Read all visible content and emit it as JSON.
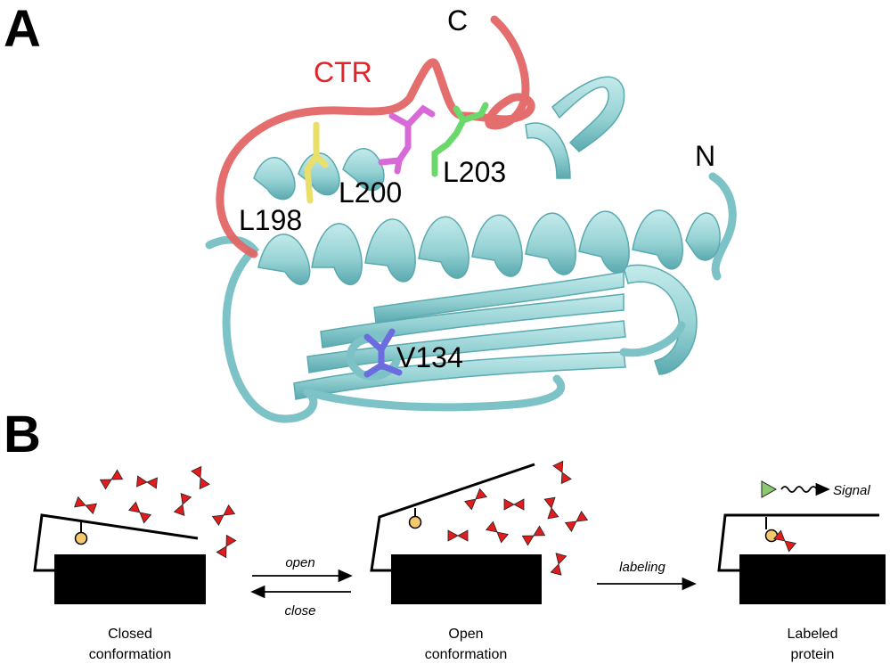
{
  "panels": {
    "a": "A",
    "b": "B"
  },
  "structure": {
    "terminus_c": "C",
    "terminus_n": "N",
    "ctr_label": "CTR",
    "residues": [
      {
        "label": "L198",
        "color": "#e8e06a"
      },
      {
        "label": "L200",
        "color": "#d86ad8"
      },
      {
        "label": "L203",
        "color": "#6ad86a"
      },
      {
        "label": "V134",
        "color": "#6c6ce0"
      }
    ],
    "colors": {
      "protein": "#96d2d4",
      "protein_dark": "#5aaab0",
      "ctr": "#e36565",
      "ctr_text": "#e0242a"
    }
  },
  "schematic": {
    "open_label": "open",
    "close_label": "close",
    "labeling_label": "labeling",
    "signal_label": "Signal",
    "captions": {
      "closed_line1": "Closed",
      "closed_line2": "conformation",
      "open_line1": "Open",
      "open_line2": "conformation",
      "labeled_line1": "Labeled",
      "labeled_line2": "protein"
    },
    "colors": {
      "bowtie": "#e21c1c",
      "probe": "#f5c86e",
      "signal_triangle": "#8cc870"
    }
  }
}
